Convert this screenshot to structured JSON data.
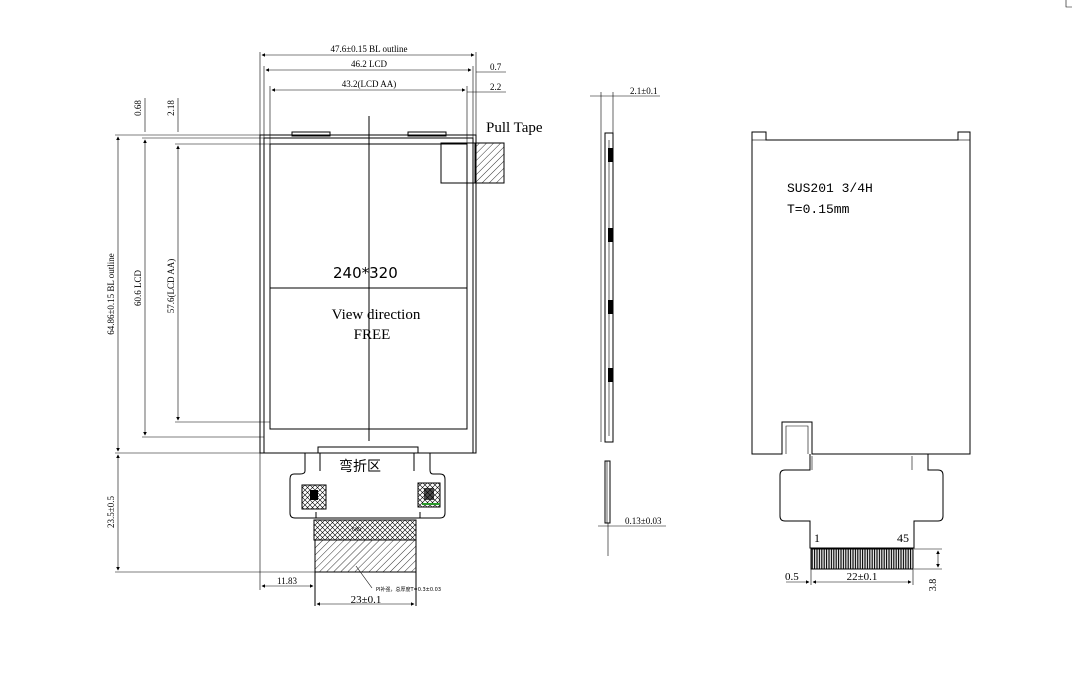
{
  "front": {
    "dim_bl_width": "47.6±0.15 BL outline",
    "dim_lcd_width": "46.2 LCD",
    "dim_aa_width": "43.2(LCD AA)",
    "dim_right_07": "0.7",
    "dim_right_22": "2.2",
    "dim_top_068": "0.68",
    "dim_top_218": "2.18",
    "dim_bl_height": "64.86±0.15 BL outline",
    "dim_lcd_height": "60.6 LCD",
    "dim_aa_height": "57.6(LCD AA)",
    "dim_fpc_height": "23.5±0.5",
    "dim_fpc_offset": "11.83",
    "dim_fpc_width": "23±0.1",
    "pull_tape": "Pull Tape",
    "resolution": "240*320",
    "view_direction": "View direction",
    "view_value": "FREE",
    "bend_zone": "弯折区",
    "stiffener_note": "PI补强，总厚度T=0.3±0.03",
    "tiny_label": "GND"
  },
  "side": {
    "dim_thickness": "2.1±0.1",
    "dim_fpc_thickness": "0.13±0.03"
  },
  "back": {
    "material": "SUS201 3/4H",
    "thickness": "T=0.15mm",
    "pin_first": "1",
    "pin_last": "45",
    "dim_pitch_offset": "0.5",
    "dim_pin_span": "22±0.1",
    "dim_finger_len": "3.8"
  }
}
